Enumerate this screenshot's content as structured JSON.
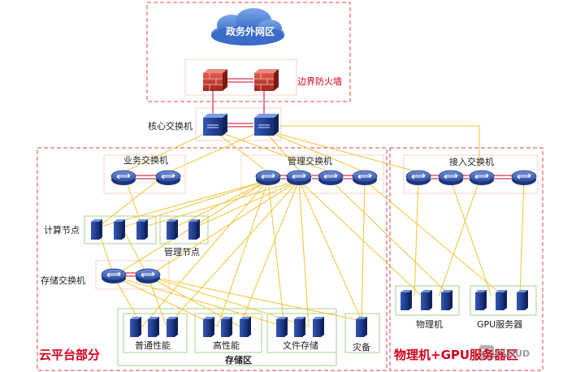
{
  "colors": {
    "zone_border": "#e0464f",
    "link_yellow": "#f2c744",
    "link_red": "#d0021b",
    "device_blue": "#1f3d8a",
    "group_border": "#a6d08e",
    "cloud": "#4a7fd0"
  },
  "cloud": {
    "label": "政务外网区",
    "icon": "cloud-icon"
  },
  "firewall": {
    "label": "边界防火墙",
    "icon": "firewall-icon"
  },
  "core_switch": {
    "label": "核心交换机",
    "icon": "core-switch-icon"
  },
  "business_switch": {
    "label": "业务交换机",
    "icon": "switch-icon"
  },
  "mgmt_switch": {
    "label": "管理交换机",
    "icon": "switch-icon"
  },
  "access_switch": {
    "label": "接入交换机",
    "icon": "switch-icon"
  },
  "compute_node": {
    "label": "计算节点",
    "icon": "server-icon"
  },
  "mgmt_node": {
    "label": "管理节点",
    "icon": "server-icon"
  },
  "storage_switch": {
    "label": "存储交换机",
    "icon": "switch-icon"
  },
  "storage": {
    "area_label": "存储区",
    "groups": [
      {
        "label": "普通性能"
      },
      {
        "label": "高性能"
      },
      {
        "label": "文件存储"
      },
      {
        "label": "灾备"
      }
    ]
  },
  "physical": {
    "physical_machine_label": "物理机",
    "gpu_label": "GPU服务器"
  },
  "zones": {
    "cloud_platform": "云平台部分",
    "physical_gpu": "物理机+GPU服务器区"
  },
  "watermark": "CLOUD"
}
